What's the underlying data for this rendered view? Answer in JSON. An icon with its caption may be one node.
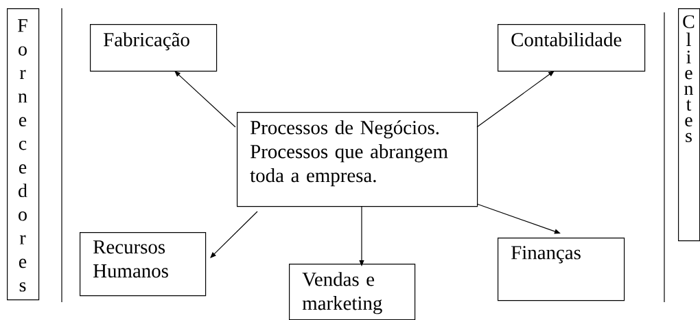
{
  "diagram": {
    "nodes": [
      {
        "text": [
          "Fornecedores"
        ]
      },
      {
        "text": [
          "Fabricação"
        ]
      },
      {
        "text": [
          "Contabilidade"
        ]
      },
      {
        "text": [
          "Processos de Negócios. Processos que abrangem toda a empresa."
        ]
      },
      {
        "text": [
          "Recursos Humanos"
        ]
      },
      {
        "text": [
          "Vendas e marketing"
        ]
      },
      {
        "text": [
          "Finanças"
        ]
      },
      {
        "text": [
          "Clientes"
        ]
      }
    ],
    "edges": [
      {
        "from": 3,
        "to": 1,
        "arrow": "to"
      },
      {
        "from": 3,
        "to": 2,
        "arrow": "to"
      },
      {
        "from": 3,
        "to": 4,
        "arrow": "to"
      },
      {
        "from": 3,
        "to": 5,
        "arrow": "to"
      },
      {
        "from": 3,
        "to": 6,
        "arrow": "to"
      }
    ]
  }
}
